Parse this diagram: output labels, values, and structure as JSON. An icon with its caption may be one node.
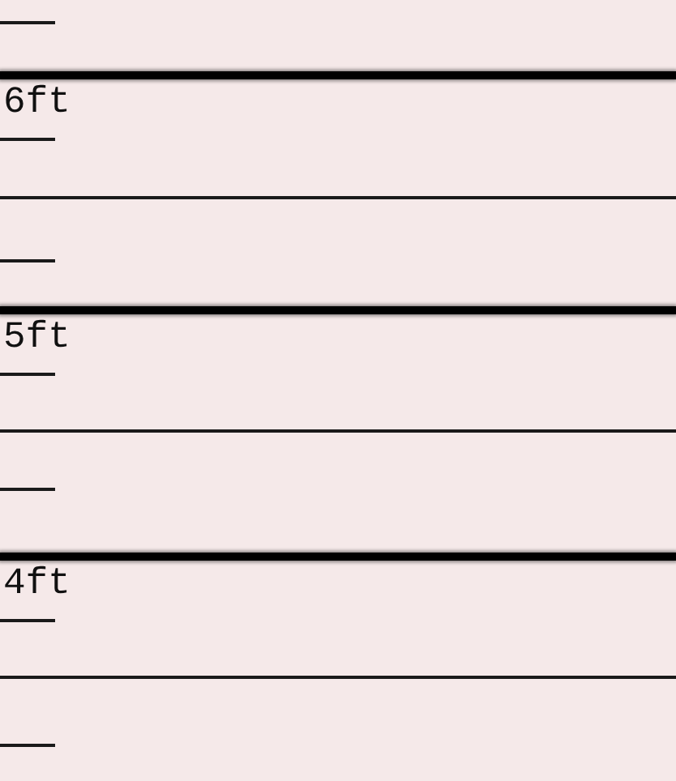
{
  "diagram": {
    "labels": [
      "6ft",
      "5ft",
      "4ft"
    ]
  }
}
